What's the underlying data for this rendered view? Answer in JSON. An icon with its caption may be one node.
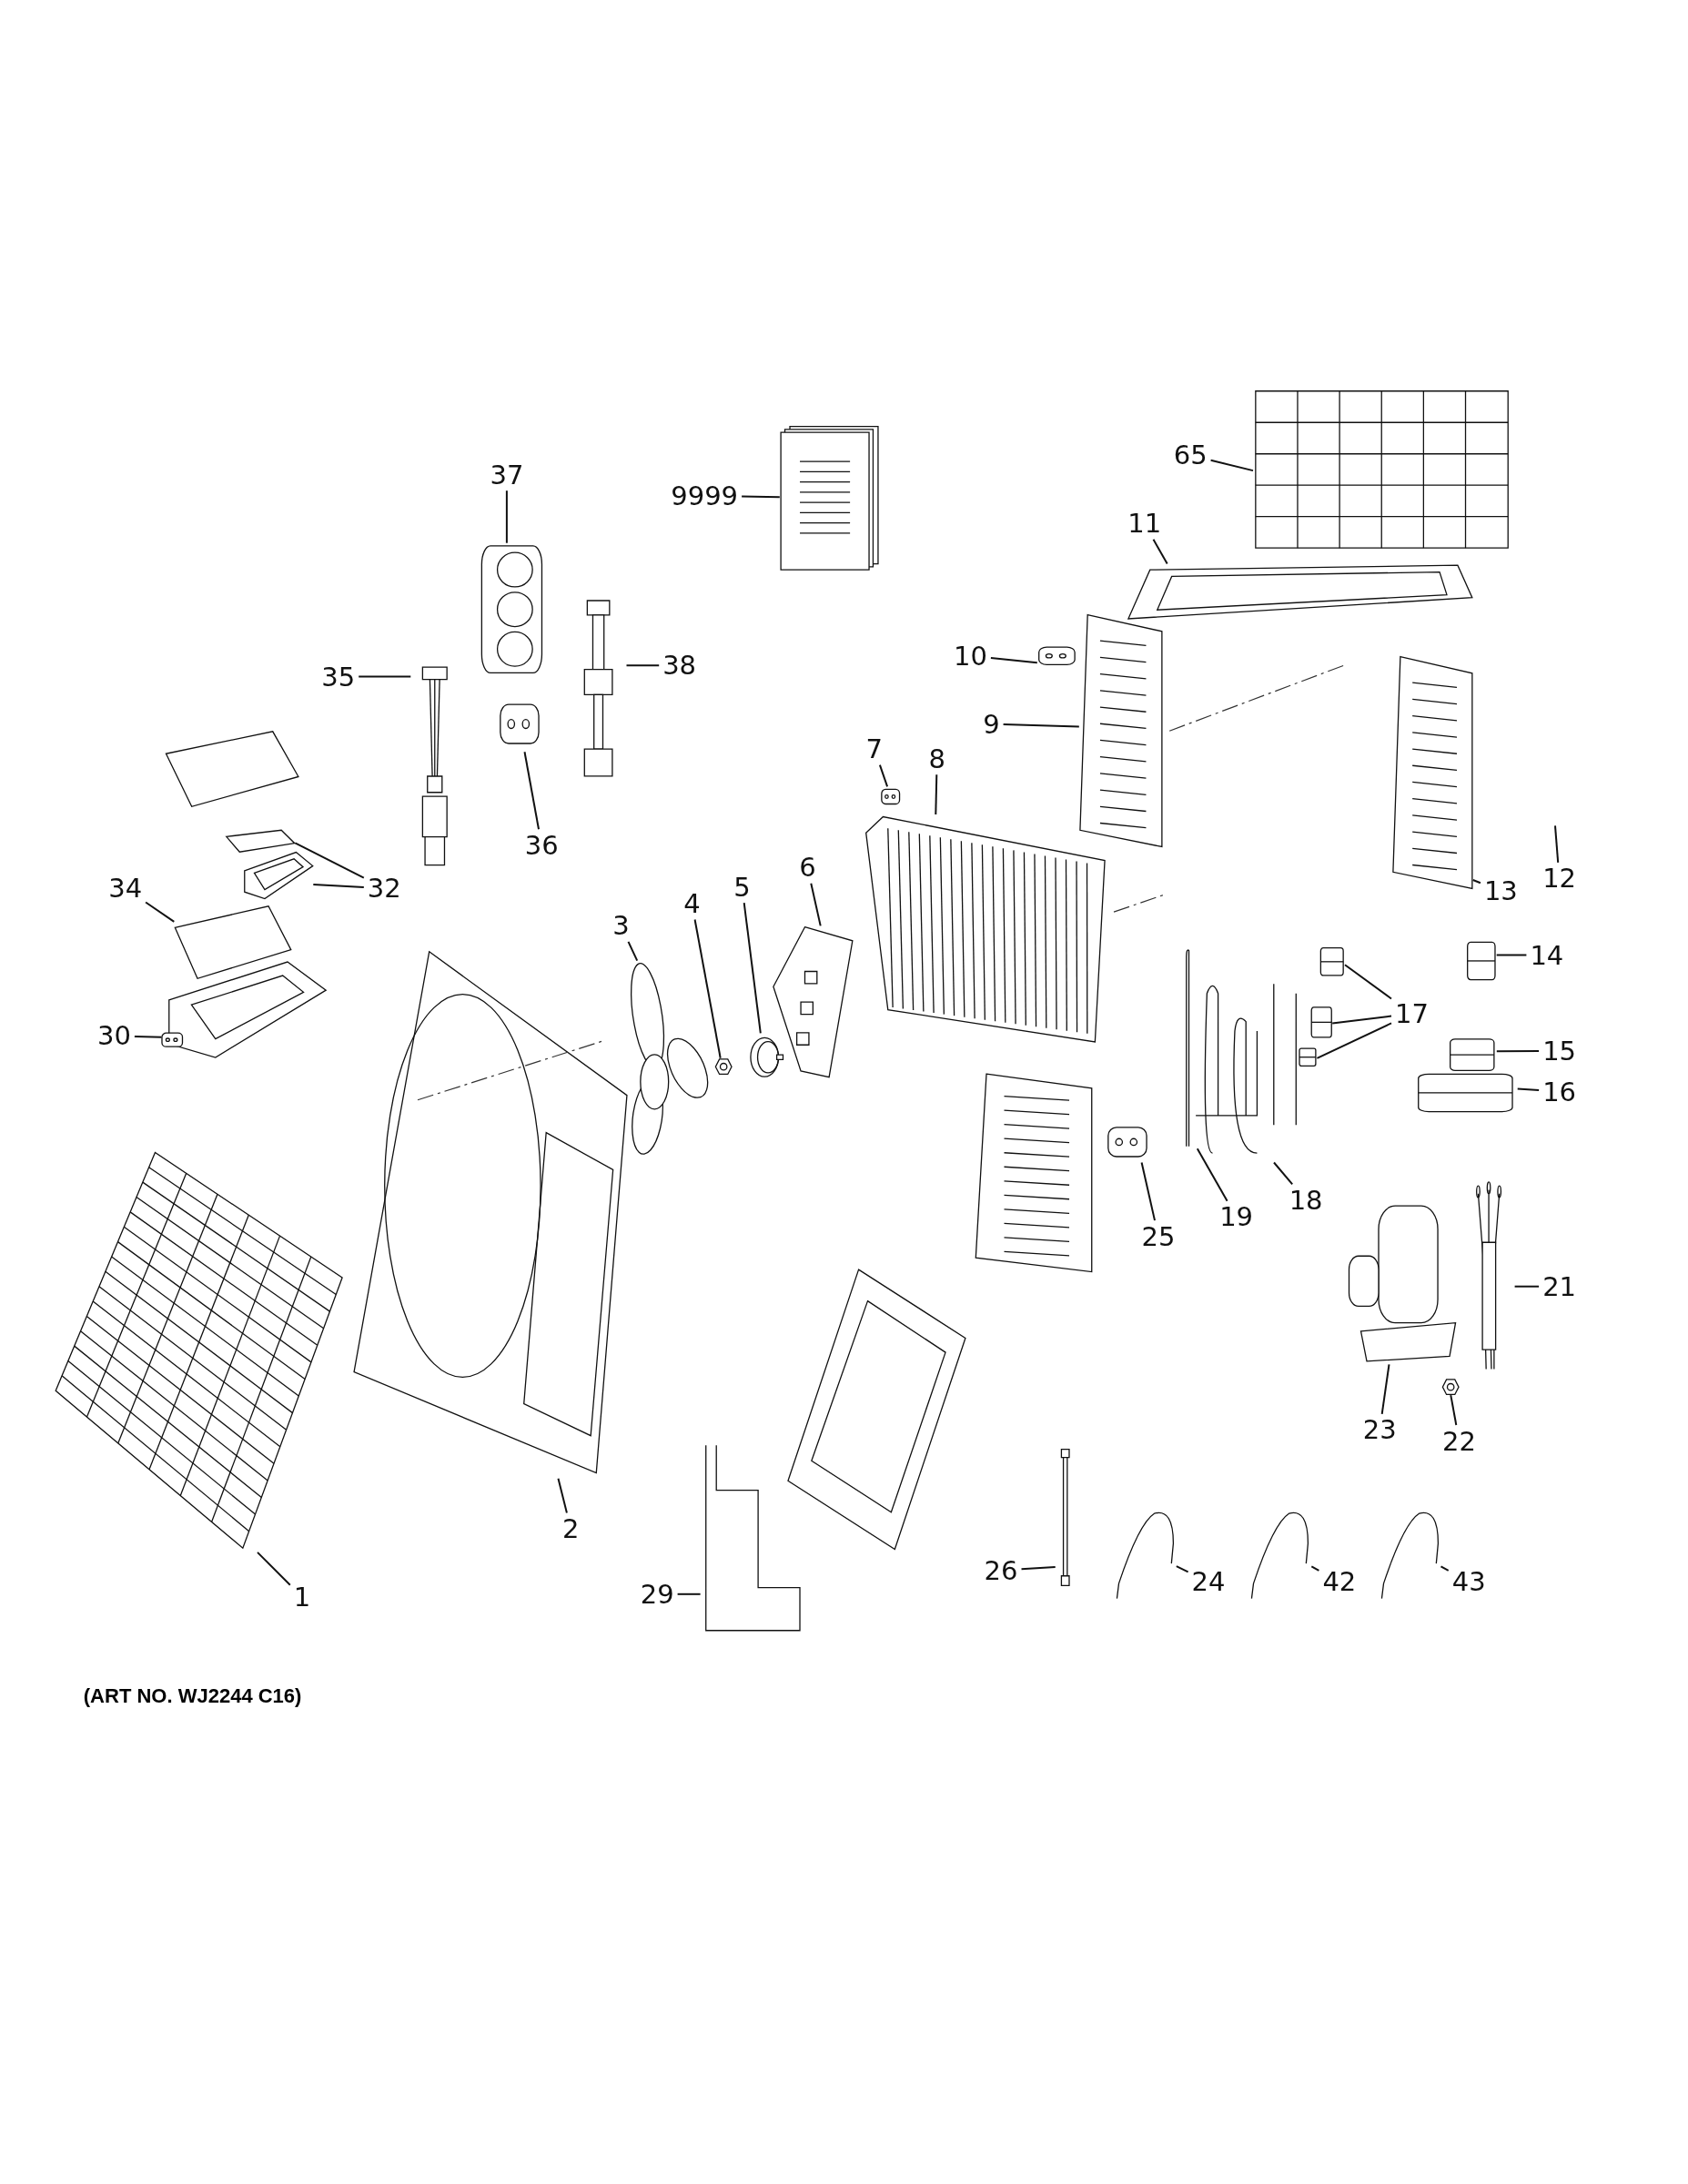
{
  "diagram": {
    "nodes": [
      {
        "text": [
          "65"
        ]
      },
      {
        "text": [],
        "shape": "picture"
      },
      {
        "text": [
          "9999"
        ]
      },
      {
        "text": [],
        "shape": "picture"
      },
      {
        "text": [
          "37"
        ]
      },
      {
        "text": [],
        "shape": "picture"
      },
      {
        "text": [
          "11"
        ]
      },
      {
        "text": [],
        "shape": "picture"
      },
      {
        "text": [
          "35"
        ]
      },
      {
        "text": [],
        "shape": "picture"
      },
      {
        "text": [
          "38"
        ]
      },
      {
        "text": [],
        "shape": "picture"
      },
      {
        "text": [
          "10"
        ]
      },
      {
        "text": [],
        "shape": "picture"
      },
      {
        "text": [
          "9"
        ]
      },
      {
        "text": [],
        "shape": "picture"
      },
      {
        "text": [
          "7"
        ]
      },
      {
        "text": [],
        "shape": "picture"
      },
      {
        "text": [
          "8"
        ]
      },
      {
        "text": [],
        "shape": "picture"
      },
      {
        "text": [
          "36"
        ]
      },
      {
        "text": [],
        "shape": "picture"
      },
      {
        "text": [
          "13"
        ]
      },
      {
        "text": [],
        "shape": "picture"
      },
      {
        "text": [
          "12"
        ]
      },
      {
        "text": [
          "32"
        ]
      },
      {
        "text": [],
        "shape": "picture"
      },
      {
        "text": [],
        "shape": "picture"
      },
      {
        "text": [
          "34"
        ]
      },
      {
        "text": [],
        "shape": "picture"
      },
      {
        "text": [
          "3"
        ]
      },
      {
        "text": [],
        "shape": "picture"
      },
      {
        "text": [
          "4"
        ]
      },
      {
        "text": [],
        "shape": "picture"
      },
      {
        "text": [
          "5"
        ]
      },
      {
        "text": [],
        "shape": "picture"
      },
      {
        "text": [
          "6"
        ]
      },
      {
        "text": [],
        "shape": "picture"
      },
      {
        "text": [
          "14"
        ]
      },
      {
        "text": [],
        "shape": "picture"
      },
      {
        "text": [
          "17"
        ]
      },
      {
        "text": [],
        "shape": "picture"
      },
      {
        "text": [],
        "shape": "picture"
      },
      {
        "text": [],
        "shape": "picture"
      },
      {
        "text": [
          "30"
        ]
      },
      {
        "text": [],
        "shape": "picture"
      },
      {
        "text": [
          "15"
        ]
      },
      {
        "text": [],
        "shape": "picture"
      },
      {
        "text": [
          "16"
        ]
      },
      {
        "text": [],
        "shape": "picture"
      },
      {
        "text": [
          "25"
        ]
      },
      {
        "text": [],
        "shape": "picture"
      },
      {
        "text": [
          "19"
        ]
      },
      {
        "text": [],
        "shape": "picture"
      },
      {
        "text": [
          "18"
        ]
      },
      {
        "text": [],
        "shape": "picture"
      },
      {
        "text": [
          "21"
        ]
      },
      {
        "text": [],
        "shape": "picture"
      },
      {
        "text": [
          "23"
        ]
      },
      {
        "text": [],
        "shape": "picture"
      },
      {
        "text": [
          "22"
        ]
      },
      {
        "text": [],
        "shape": "picture"
      },
      {
        "text": [
          "26"
        ]
      },
      {
        "text": [],
        "shape": "picture"
      },
      {
        "text": [
          "24"
        ]
      },
      {
        "text": [],
        "shape": "picture"
      },
      {
        "text": [
          "42"
        ]
      },
      {
        "text": [],
        "shape": "picture"
      },
      {
        "text": [
          "43"
        ]
      },
      {
        "text": [],
        "shape": "picture"
      },
      {
        "text": [
          "29"
        ]
      },
      {
        "text": [],
        "shape": "picture"
      },
      {
        "text": [
          "2"
        ]
      },
      {
        "text": [],
        "shape": "picture"
      },
      {
        "text": [
          "1"
        ]
      },
      {
        "text": [],
        "shape": "picture"
      }
    ],
    "edges": [
      {
        "from": 0,
        "to": 1,
        "arrow": "none"
      },
      {
        "from": 2,
        "to": 3,
        "arrow": "none"
      },
      {
        "from": 4,
        "to": 5,
        "arrow": "none"
      },
      {
        "from": 6,
        "to": 7,
        "arrow": "none"
      },
      {
        "from": 8,
        "to": 9,
        "arrow": "none"
      },
      {
        "from": 10,
        "to": 11,
        "arrow": "none"
      },
      {
        "from": 12,
        "to": 13,
        "arrow": "none"
      },
      {
        "from": 14,
        "to": 15,
        "arrow": "none"
      },
      {
        "from": 16,
        "to": 17,
        "arrow": "none"
      },
      {
        "from": 18,
        "to": 19,
        "arrow": "none"
      },
      {
        "from": 20,
        "to": 21,
        "arrow": "none"
      },
      {
        "from": 22,
        "to": 23,
        "arrow": "none"
      },
      {
        "from": 24,
        "to": null,
        "arrow": "none"
      },
      {
        "from": 25,
        "to": 26,
        "arrow": "none"
      },
      {
        "from": 25,
        "to": 27,
        "arrow": "none"
      },
      {
        "from": 28,
        "to": 29,
        "arrow": "none"
      },
      {
        "from": 30,
        "to": 31,
        "arrow": "none"
      },
      {
        "from": 32,
        "to": 33,
        "arrow": "none"
      },
      {
        "from": 34,
        "to": 35,
        "arrow": "none"
      },
      {
        "from": 36,
        "to": 37,
        "arrow": "none"
      },
      {
        "from": 38,
        "to": 39,
        "arrow": "none"
      },
      {
        "from": 40,
        "to": 41,
        "arrow": "none"
      },
      {
        "from": 40,
        "to": 42,
        "arrow": "none"
      },
      {
        "from": 40,
        "to": 43,
        "arrow": "none"
      },
      {
        "from": 44,
        "to": 45,
        "arrow": "none"
      },
      {
        "from": 46,
        "to": 47,
        "arrow": "none"
      },
      {
        "from": 48,
        "to": 49,
        "arrow": "none"
      },
      {
        "from": 50,
        "to": 51,
        "arrow": "none"
      },
      {
        "from": 52,
        "to": 53,
        "arrow": "none"
      },
      {
        "from": 54,
        "to": 55,
        "arrow": "none"
      },
      {
        "from": 56,
        "to": 57,
        "arrow": "none"
      },
      {
        "from": 58,
        "to": 59,
        "arrow": "none"
      },
      {
        "from": 60,
        "to": 61,
        "arrow": "none"
      },
      {
        "from": 62,
        "to": 63,
        "arrow": "none"
      },
      {
        "from": 64,
        "to": 65,
        "arrow": "none"
      },
      {
        "from": 66,
        "to": 67,
        "arrow": "none"
      },
      {
        "from": 68,
        "to": 69,
        "arrow": "none"
      },
      {
        "from": 70,
        "to": 71,
        "arrow": "none"
      },
      {
        "from": 72,
        "to": 73,
        "arrow": "none"
      },
      {
        "from": 74,
        "to": 75,
        "arrow": "none"
      }
    ],
    "labels": [
      "(ART NO. WJ2244 C16)"
    ]
  }
}
